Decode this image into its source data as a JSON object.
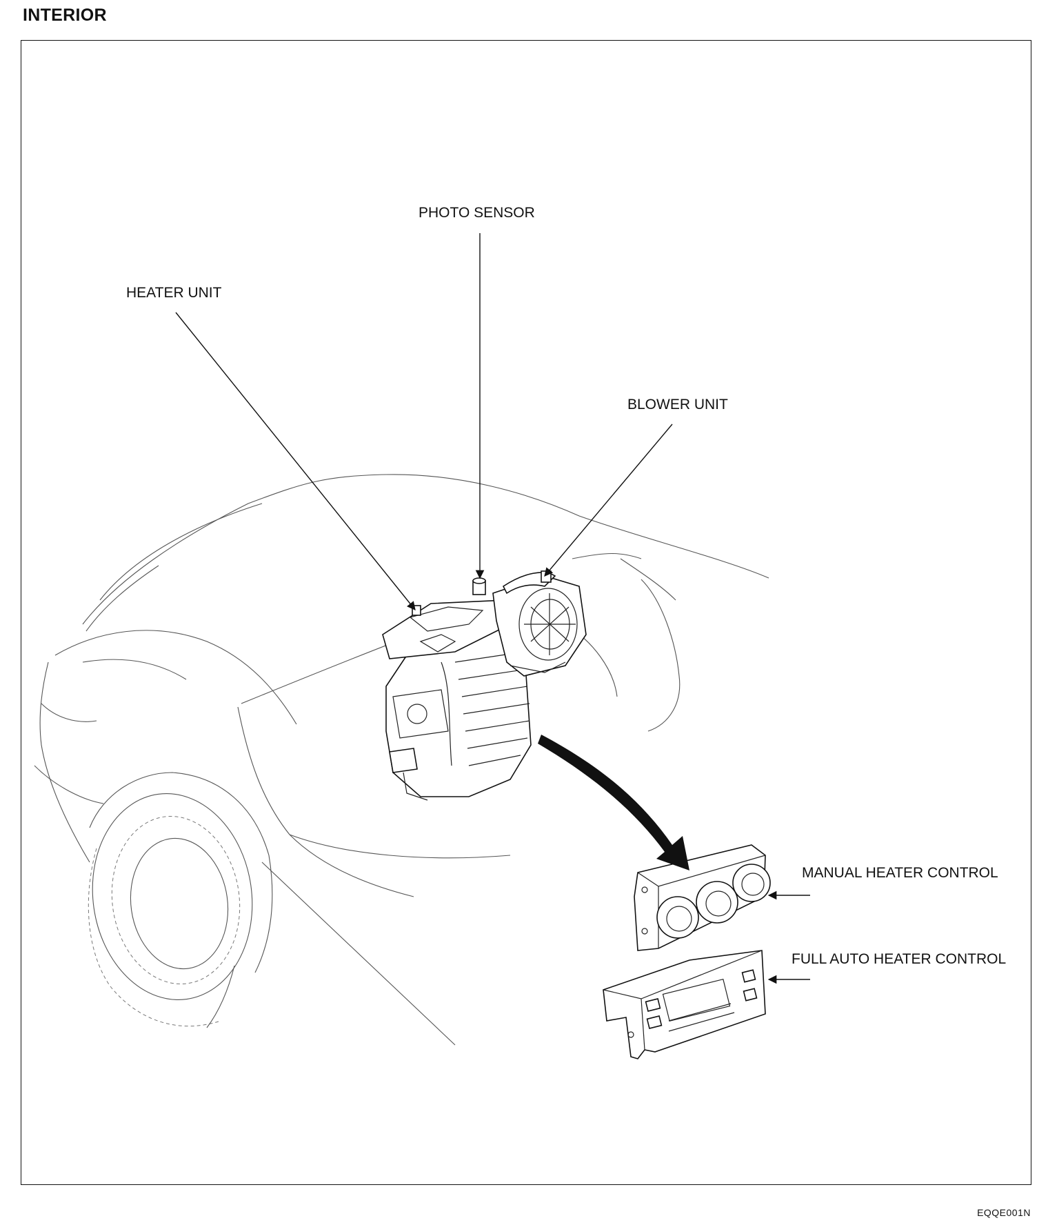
{
  "header": {
    "section_title": "INTERIOR"
  },
  "callouts": {
    "photo_sensor": "PHOTO SENSOR",
    "heater_unit": "HEATER UNIT",
    "blower_unit": "BLOWER UNIT",
    "manual_heater_control": "MANUAL HEATER CONTROL",
    "full_auto_heater_control": "FULL AUTO HEATER CONTROL"
  },
  "footer": {
    "figure_code": "EQQE001N"
  }
}
